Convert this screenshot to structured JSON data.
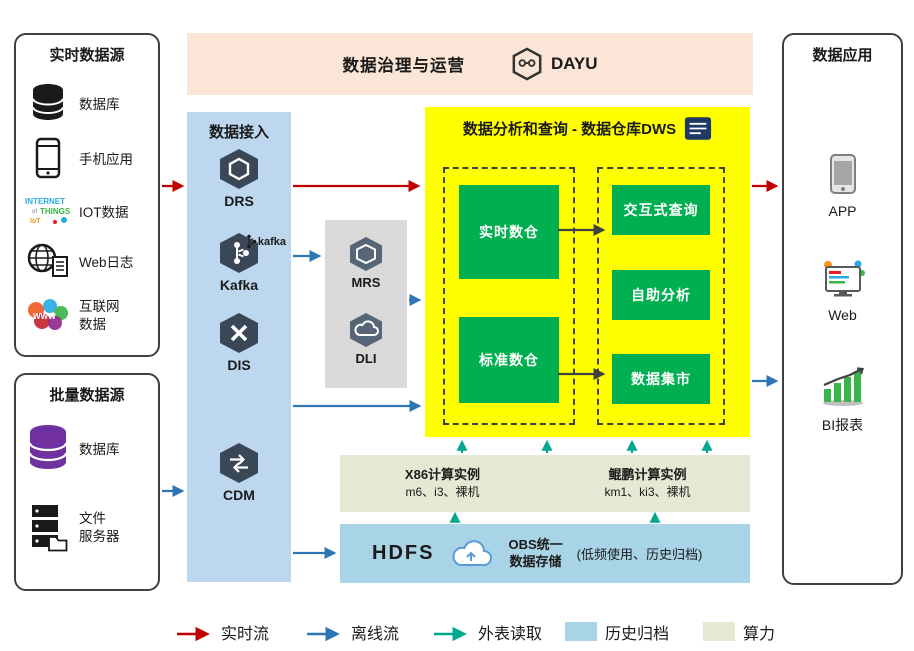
{
  "colors": {
    "realtime_flow": "#c00000",
    "offline_flow": "#2e75b6",
    "external_read": "#00a88e",
    "history_archive": "#a9d3e7",
    "compute_power": "#e3e9d3",
    "dws_bg": "#ffff00",
    "green_box": "#00b050",
    "ingestion_bg": "#bdd7ee",
    "governance_bg": "#fbe5d6",
    "processing_bg": "#d9d9d9"
  },
  "governance": {
    "title": "数据治理与运营",
    "logo_text": "DAYU"
  },
  "sources_realtime": {
    "title": "实时数据源",
    "items": [
      {
        "label": "数据库"
      },
      {
        "label": "手机应用"
      },
      {
        "label": "IOT数据"
      },
      {
        "label": "Web日志"
      },
      {
        "label": "互联网\n数据"
      }
    ]
  },
  "sources_batch": {
    "title": "批量数据源",
    "items": [
      {
        "label": "数据库"
      },
      {
        "label": "文件\n服务器"
      }
    ]
  },
  "ingestion": {
    "title": "数据接入",
    "kafka_mark": "kafka",
    "services": [
      {
        "label": "DRS"
      },
      {
        "label": "Kafka"
      },
      {
        "label": "DIS"
      },
      {
        "label": "CDM"
      }
    ]
  },
  "processing": {
    "services": [
      {
        "label": "MRS"
      },
      {
        "label": "DLI"
      }
    ]
  },
  "dws": {
    "title": "数据分析和查询 - 数据仓库DWS",
    "left_boxes": [
      {
        "label": "实时数仓"
      },
      {
        "label": "标准数仓"
      }
    ],
    "right_boxes": [
      {
        "label": "交互式查询"
      },
      {
        "label": "自助分析"
      },
      {
        "label": "数据集市"
      }
    ]
  },
  "compute": {
    "cells": [
      {
        "title": "X86计算实例",
        "subtitle": "m6、i3、裸机"
      },
      {
        "title": "鲲鹏计算实例",
        "subtitle": "km1、ki3、裸机"
      }
    ]
  },
  "storage": {
    "hdfs_label": "HDFS",
    "obs_title": "OBS统一\n数据存储",
    "obs_note": "(低频使用、历史归档)"
  },
  "applications": {
    "title": "数据应用",
    "items": [
      {
        "label": "APP"
      },
      {
        "label": "Web"
      },
      {
        "label": "BI报表"
      }
    ]
  },
  "legend": {
    "items": [
      {
        "label": "实时流",
        "color": "#c00000",
        "type": "arrow"
      },
      {
        "label": "离线流",
        "color": "#2e75b6",
        "type": "arrow"
      },
      {
        "label": "外表读取",
        "color": "#00a88e",
        "type": "arrow"
      },
      {
        "label": "历史归档",
        "color": "#a9d3e7",
        "type": "swatch"
      },
      {
        "label": "算力",
        "color": "#e3e9d3",
        "type": "swatch"
      }
    ]
  }
}
